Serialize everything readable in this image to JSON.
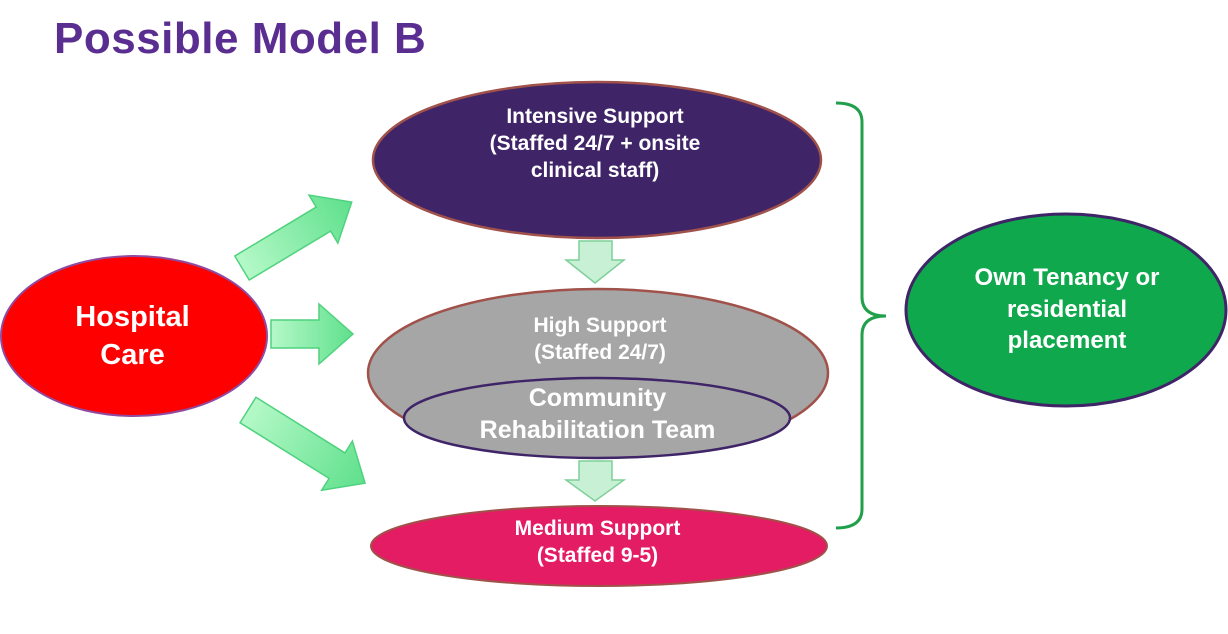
{
  "title": "Possible Model B",
  "nodes": {
    "intensive": {
      "lines": [
        "Intensive Support",
        "(Staffed 24/7 + onsite",
        "clinical staff)"
      ],
      "fill": "#3f2468",
      "stroke": "#a0524a"
    },
    "high": {
      "lines": [
        "High Support",
        "(Staffed 24/7)"
      ],
      "fill": "#a6a6a6",
      "stroke": "#a0524a"
    },
    "community": {
      "lines": [
        "Community",
        "Rehabilitation Team"
      ],
      "fill": "#a6a6a6",
      "stroke": "#3f2468"
    },
    "medium": {
      "lines": [
        "Medium Support",
        "(Staffed 9-5)"
      ],
      "fill": "#e41c63",
      "stroke": "#a0524a"
    },
    "hospital": {
      "lines": [
        "Hospital",
        "Care"
      ],
      "fill": "#fe0000",
      "stroke": "#8e4ba0"
    },
    "own": {
      "lines": [
        "Own Tenancy or",
        "residential",
        "placement"
      ],
      "fill": "#10a84d",
      "stroke": "#3f2468"
    }
  },
  "colors": {
    "arrow_fill": "#9af5b6",
    "arrow_stroke": "#55d884",
    "down_arrow_fill": "#c8f0d4",
    "down_arrow_stroke": "#7fcf9a",
    "brace": "#20a04a",
    "title": "#5a2d91"
  }
}
